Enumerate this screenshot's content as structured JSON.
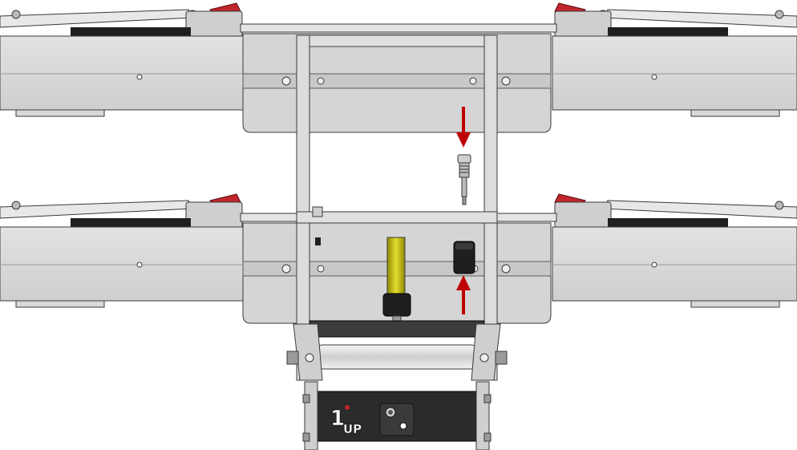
{
  "image": {
    "type": "technical-cad-drawing",
    "subject": "bike-rack-tray-assembly-front-view",
    "background_color": "#ffffff"
  },
  "colors": {
    "tray_gray": "#d6d6d6",
    "tray_shadow": "#a9a9a9",
    "outline": "#3a3a3a",
    "arm_red": "#c0262c",
    "arrow_red": "#c00000",
    "spring_yellow": "#d9d21a",
    "rubber_black": "#1f1f1f",
    "base_dark": "#2b2b2b",
    "roller_silver": "#e6e6e6"
  },
  "annotations": {
    "arrows": [
      {
        "name": "arrow-down",
        "direction": "down"
      },
      {
        "name": "arrow-up",
        "direction": "up"
      }
    ]
  },
  "logo": {
    "text": "1UP",
    "digit": "1",
    "letters": "UP"
  },
  "icons": [
    "knob-icon",
    "hole-icon",
    "bolt-icon"
  ]
}
